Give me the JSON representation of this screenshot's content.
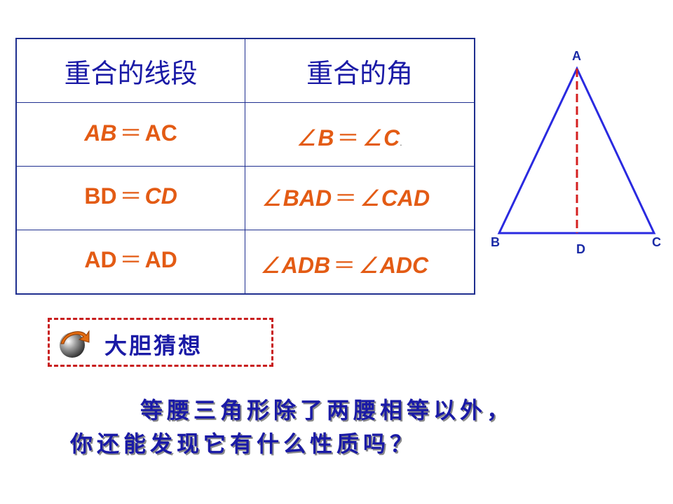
{
  "table": {
    "headers": [
      "重合的线段",
      "重合的角"
    ],
    "rows": [
      {
        "seg_l": "AB",
        "seg_eq": "＝",
        "seg_r": "AC",
        "ang_sym": "∠",
        "ang_l": "B",
        "ang_eq": "＝",
        "ang_sym2": "∠",
        "ang_r": "C",
        "ang_tail": "."
      },
      {
        "seg_l": "BD",
        "seg_eq": "＝",
        "seg_r": "CD",
        "ang_sym": "∠",
        "ang_l": "BAD",
        "ang_eq": "＝",
        "ang_sym2": "∠",
        "ang_r": "CAD",
        "ang_tail": ""
      },
      {
        "seg_l": "AD",
        "seg_eq": "＝",
        "seg_r": "AD",
        "ang_sym": "∠",
        "ang_l": "ADB",
        "ang_eq": "＝",
        "ang_sym2": "∠",
        "ang_r": "ADC",
        "ang_tail": ""
      }
    ]
  },
  "triangle": {
    "labels": {
      "A": "A",
      "B": "B",
      "C": "C",
      "D": "D"
    },
    "colors": {
      "sides": "#2a2ae0",
      "median": "#d42020"
    }
  },
  "guess": {
    "label": "大胆猜想",
    "icon": "sphere-arrow-icon"
  },
  "question": {
    "line1": "等腰三角形除了两腰相等以外，",
    "line2": "你还能发现它有什么性质吗？"
  },
  "colors": {
    "accent": "#e35b14",
    "text_blue": "#1a1aa6",
    "border": "#1f2f8f",
    "dash_red": "#c81e1e"
  }
}
